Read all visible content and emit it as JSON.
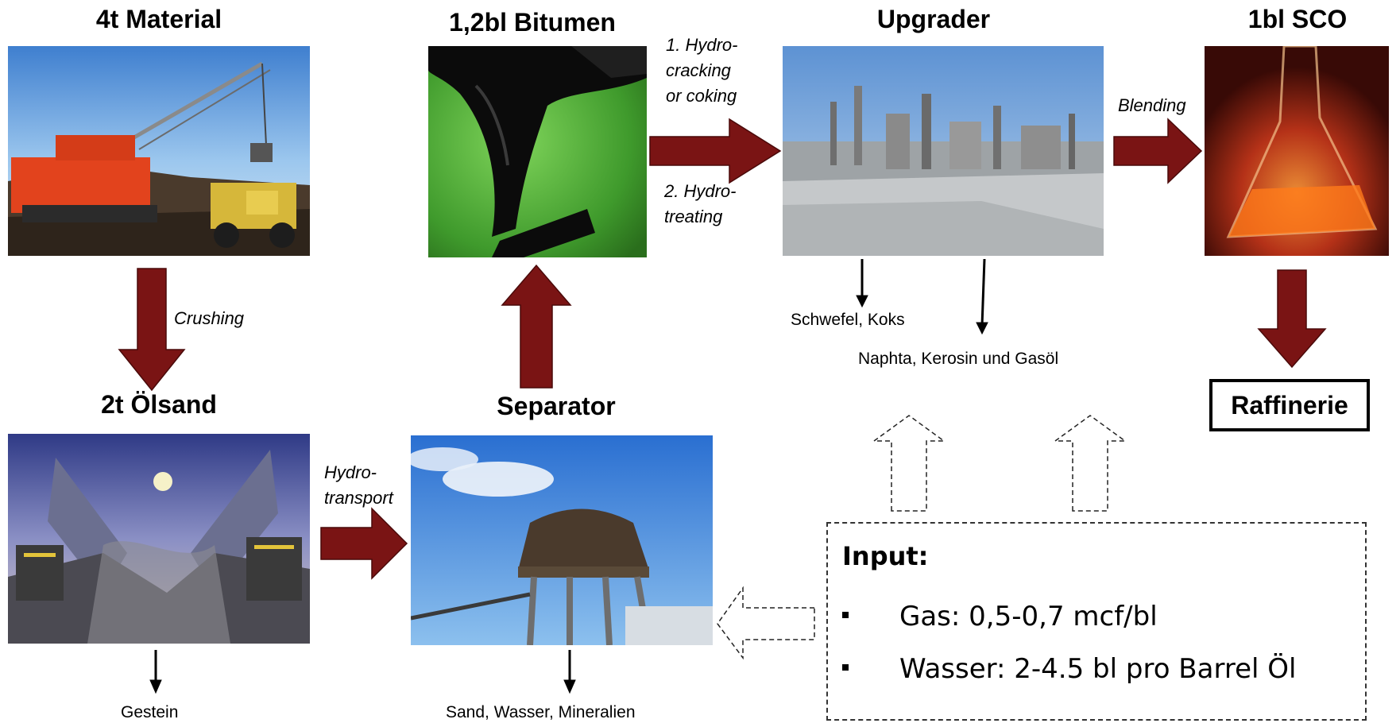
{
  "titles": {
    "material": "4t Material",
    "bitumen": "1,2bl Bitumen",
    "upgrader": "Upgrader",
    "sco": "1bl SCO",
    "oelsand": "2t Ölsand",
    "separator": "Separator"
  },
  "process_labels": {
    "crushing": "Crushing",
    "hydro1_line1": "Hydro-",
    "hydro1_line2": "transport",
    "hc_line1": "1. Hydro-",
    "hc_line2": "cracking",
    "hc_line3": "or coking",
    "ht_line1": "2. Hydro-",
    "ht_line2": "treating",
    "blending": "Blending"
  },
  "outputs": {
    "schwefel": "Schwefel, Koks",
    "naphta": "Naphta, Kerosin und Gasöl",
    "gestein": "Gestein",
    "sand": "Sand, Wasser, Mineralien"
  },
  "raffinerie": "Raffinerie",
  "input": {
    "title": "Input:",
    "items": [
      "Gas: 0,5-0,7 mcf/bl",
      "Wasser: 2-4.5 bl pro Barrel Öl"
    ]
  },
  "colors": {
    "arrow": "#7a1414",
    "arrow_border": "#4a0a0a"
  }
}
